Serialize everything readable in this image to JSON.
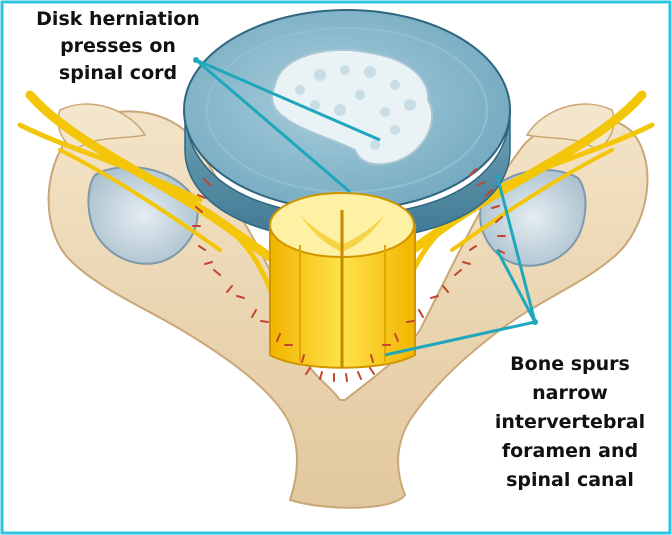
{
  "labels": {
    "herniation": {
      "lines": [
        "Disk herniation",
        "presses on",
        "spinal cord"
      ]
    },
    "bone_spurs": {
      "lines": [
        "Bone spurs",
        "narrow",
        "intervertebral",
        "foramen and",
        "spinal canal"
      ]
    }
  },
  "colors": {
    "frame": "#2ec4dc",
    "leader": "#1fa7bd",
    "bone": "#efdcbb",
    "disk": "#7fb2c6",
    "nerve": "#f4c60a",
    "spur": "#c2452f"
  }
}
